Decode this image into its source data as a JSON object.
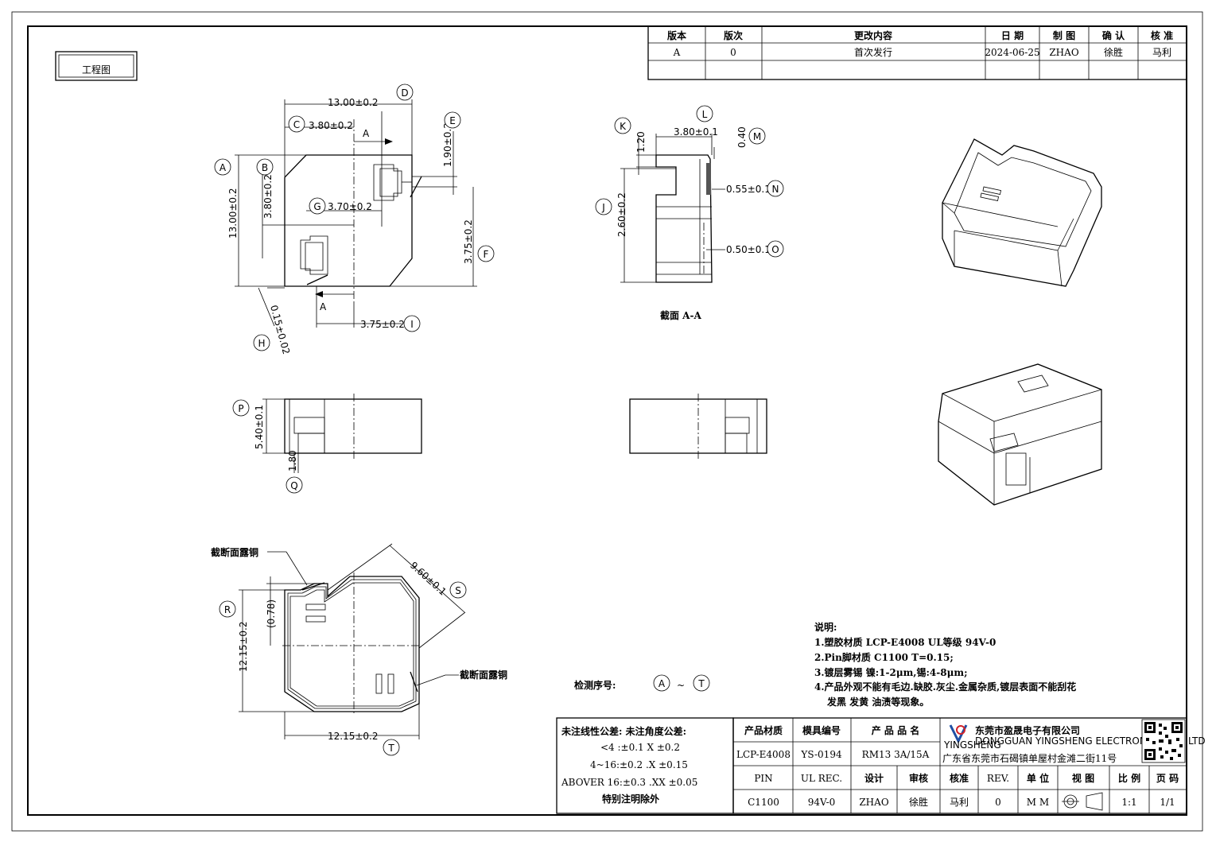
{
  "title_badge": "工程图",
  "revision_table": {
    "headers": [
      "版本",
      "版次",
      "更改内容",
      "日 期",
      "制 图",
      "确 认",
      "核 准"
    ],
    "row": [
      "A",
      "0",
      "首次发行",
      "2024-06-25",
      "ZHAO",
      "徐胜",
      "马利"
    ]
  },
  "dims": {
    "d13_top": "13.00±0.2",
    "d380_top": "3.80±0.2",
    "d190": "1.90±0.2",
    "d1300_left": "13.00±0.2",
    "d380_left": "3.80±0.2",
    "d370": "3.70±0.2",
    "d375_right": "3.75±0.2",
    "d375_bottom": "3.75±0.2",
    "d015": "0.15±0.02",
    "d120": "1.20",
    "d380_sec": "3.80±0.1",
    "d040": "0.40",
    "d055": "0.55±0.1",
    "d260": "2.60±0.2",
    "d050": "0.50±0.1",
    "d540": "5.40±0.1",
    "d180": "1.80",
    "d960": "9.60±0.1",
    "d078": "(0.78)",
    "d1215_left": "12.15±0.2",
    "d1215_bottom": "12.15±0.2"
  },
  "balloons": {
    "A": "A",
    "B": "B",
    "C": "C",
    "D": "D",
    "E": "E",
    "F": "F",
    "G": "G",
    "H": "H",
    "I": "I",
    "J": "J",
    "K": "K",
    "L": "L",
    "M": "M",
    "N": "N",
    "O": "O",
    "P": "P",
    "Q": "Q",
    "R": "R",
    "S": "S",
    "T": "T"
  },
  "section_marker": "A",
  "section_title": "截面 A-A",
  "copper_note": "截断面露铜",
  "inspection_label": "检测序号:",
  "inspection_tilde": "~",
  "notes": {
    "title": "说明:",
    "lines": [
      "1.塑胶材质 LCP-E4008  UL等级 94V-0",
      "2.Pin脚材质 C1100  T=0.15;",
      "3.镀层雾锡  镍:1-2μm,锡:4-8μm;",
      "4.产品外观不能有毛边.缺胶.灰尘.金属杂质,镀层表面不能刮花",
      "发黑 发黄 油渍等现象。"
    ]
  },
  "tolerance": {
    "line1": "未注线性公差:  未注角度公差:",
    "line2": "<4 :±0.1  X ±0.2",
    "line3": "4~16:±0.2 .X ±0.15",
    "line4": "ABOVER 16:±0.3 .XX ±0.05",
    "line5": "特别注明除外"
  },
  "title_block": {
    "material_label": "产品材质",
    "mold_label": "模具编号",
    "name_label": "产 品 品 名",
    "material_value": "LCP-E4008",
    "mold_value": "YS-0194",
    "name_value": "RM13 3A/15A",
    "pin_label": "PIN",
    "ul_label": "UL REC.",
    "design_label": "设计",
    "review_label": "审核",
    "approve_label": "核准",
    "rev_label": "REV.",
    "unit_label": "单 位",
    "view_label": "视 图",
    "scale_label": "比 例",
    "page_label": "页 码",
    "pin_value": "C1100",
    "ul_value": "94V-0",
    "design_value": "ZHAO",
    "review_value": "徐胜",
    "approve_value": "马利",
    "rev_value": "0",
    "unit_value": "M M",
    "scale_value": "1:1",
    "page_value": "1/1",
    "company_cn": "东莞市盈晟电子有限公司",
    "company_en": "DONGGUAN YINGSHENG ELECTRONICS CO., LTD",
    "logo_text": "YINGSHENG",
    "address": "广东省东莞市石碣镇单屋村金滩二街11号"
  },
  "colors": {
    "logo_blue": "#1f4ea3",
    "logo_red": "#d2232a",
    "ink": "#000000"
  }
}
